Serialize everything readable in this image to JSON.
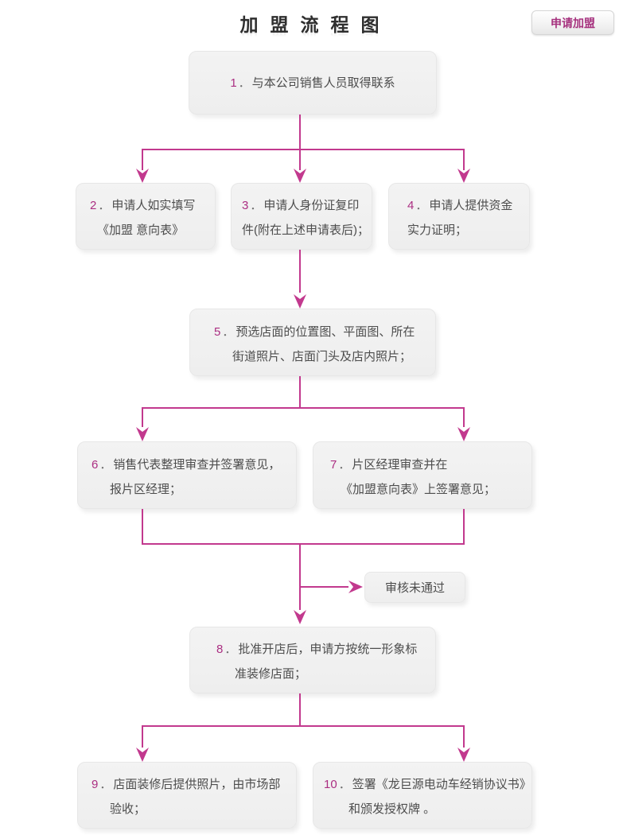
{
  "page": {
    "title": "加盟流程图",
    "apply_button_label": "申请加盟"
  },
  "colors": {
    "accent_magenta": "#c2398e",
    "step_number": "#ab2e82",
    "box_background": "#f0f0f0",
    "box_text": "#4d4d4d",
    "title_text": "#2e2e2e"
  },
  "separator": "．",
  "boxes": [
    {
      "number": "1",
      "line1": "与本公司销售人员取得联系",
      "line2": ""
    },
    {
      "number": "2",
      "line1": "申请人如实填写",
      "line2": "《加盟 意向表》"
    },
    {
      "number": "3",
      "line1": "申请人身份证复印",
      "line2": "件(附在上述申请表后)；"
    },
    {
      "number": "4",
      "line1": "申请人提供资金",
      "line2": "实力证明；"
    },
    {
      "number": "5",
      "line1": "预选店面的位置图、平面图、所在",
      "line2": "街道照片、店面门头及店内照片；"
    },
    {
      "number": "6",
      "line1": "销售代表整理审查并签署意见，",
      "line2": "报片区经理；"
    },
    {
      "number": "7",
      "line1": "片区经理审查并在",
      "line2": "《加盟意向表》上签署意见；"
    },
    {
      "number": "8",
      "line1": "批准开店后，申请方按统一形象标",
      "line2": "准装修店面；"
    },
    {
      "number": "9",
      "line1": "店面装修后提供照片，由市场部",
      "line2": "验收；"
    },
    {
      "number": "10",
      "line1": "签署《龙巨源电动车经销协议书》",
      "line2": "和颁发授权牌 。"
    }
  ],
  "reject_label": "审核未通过"
}
